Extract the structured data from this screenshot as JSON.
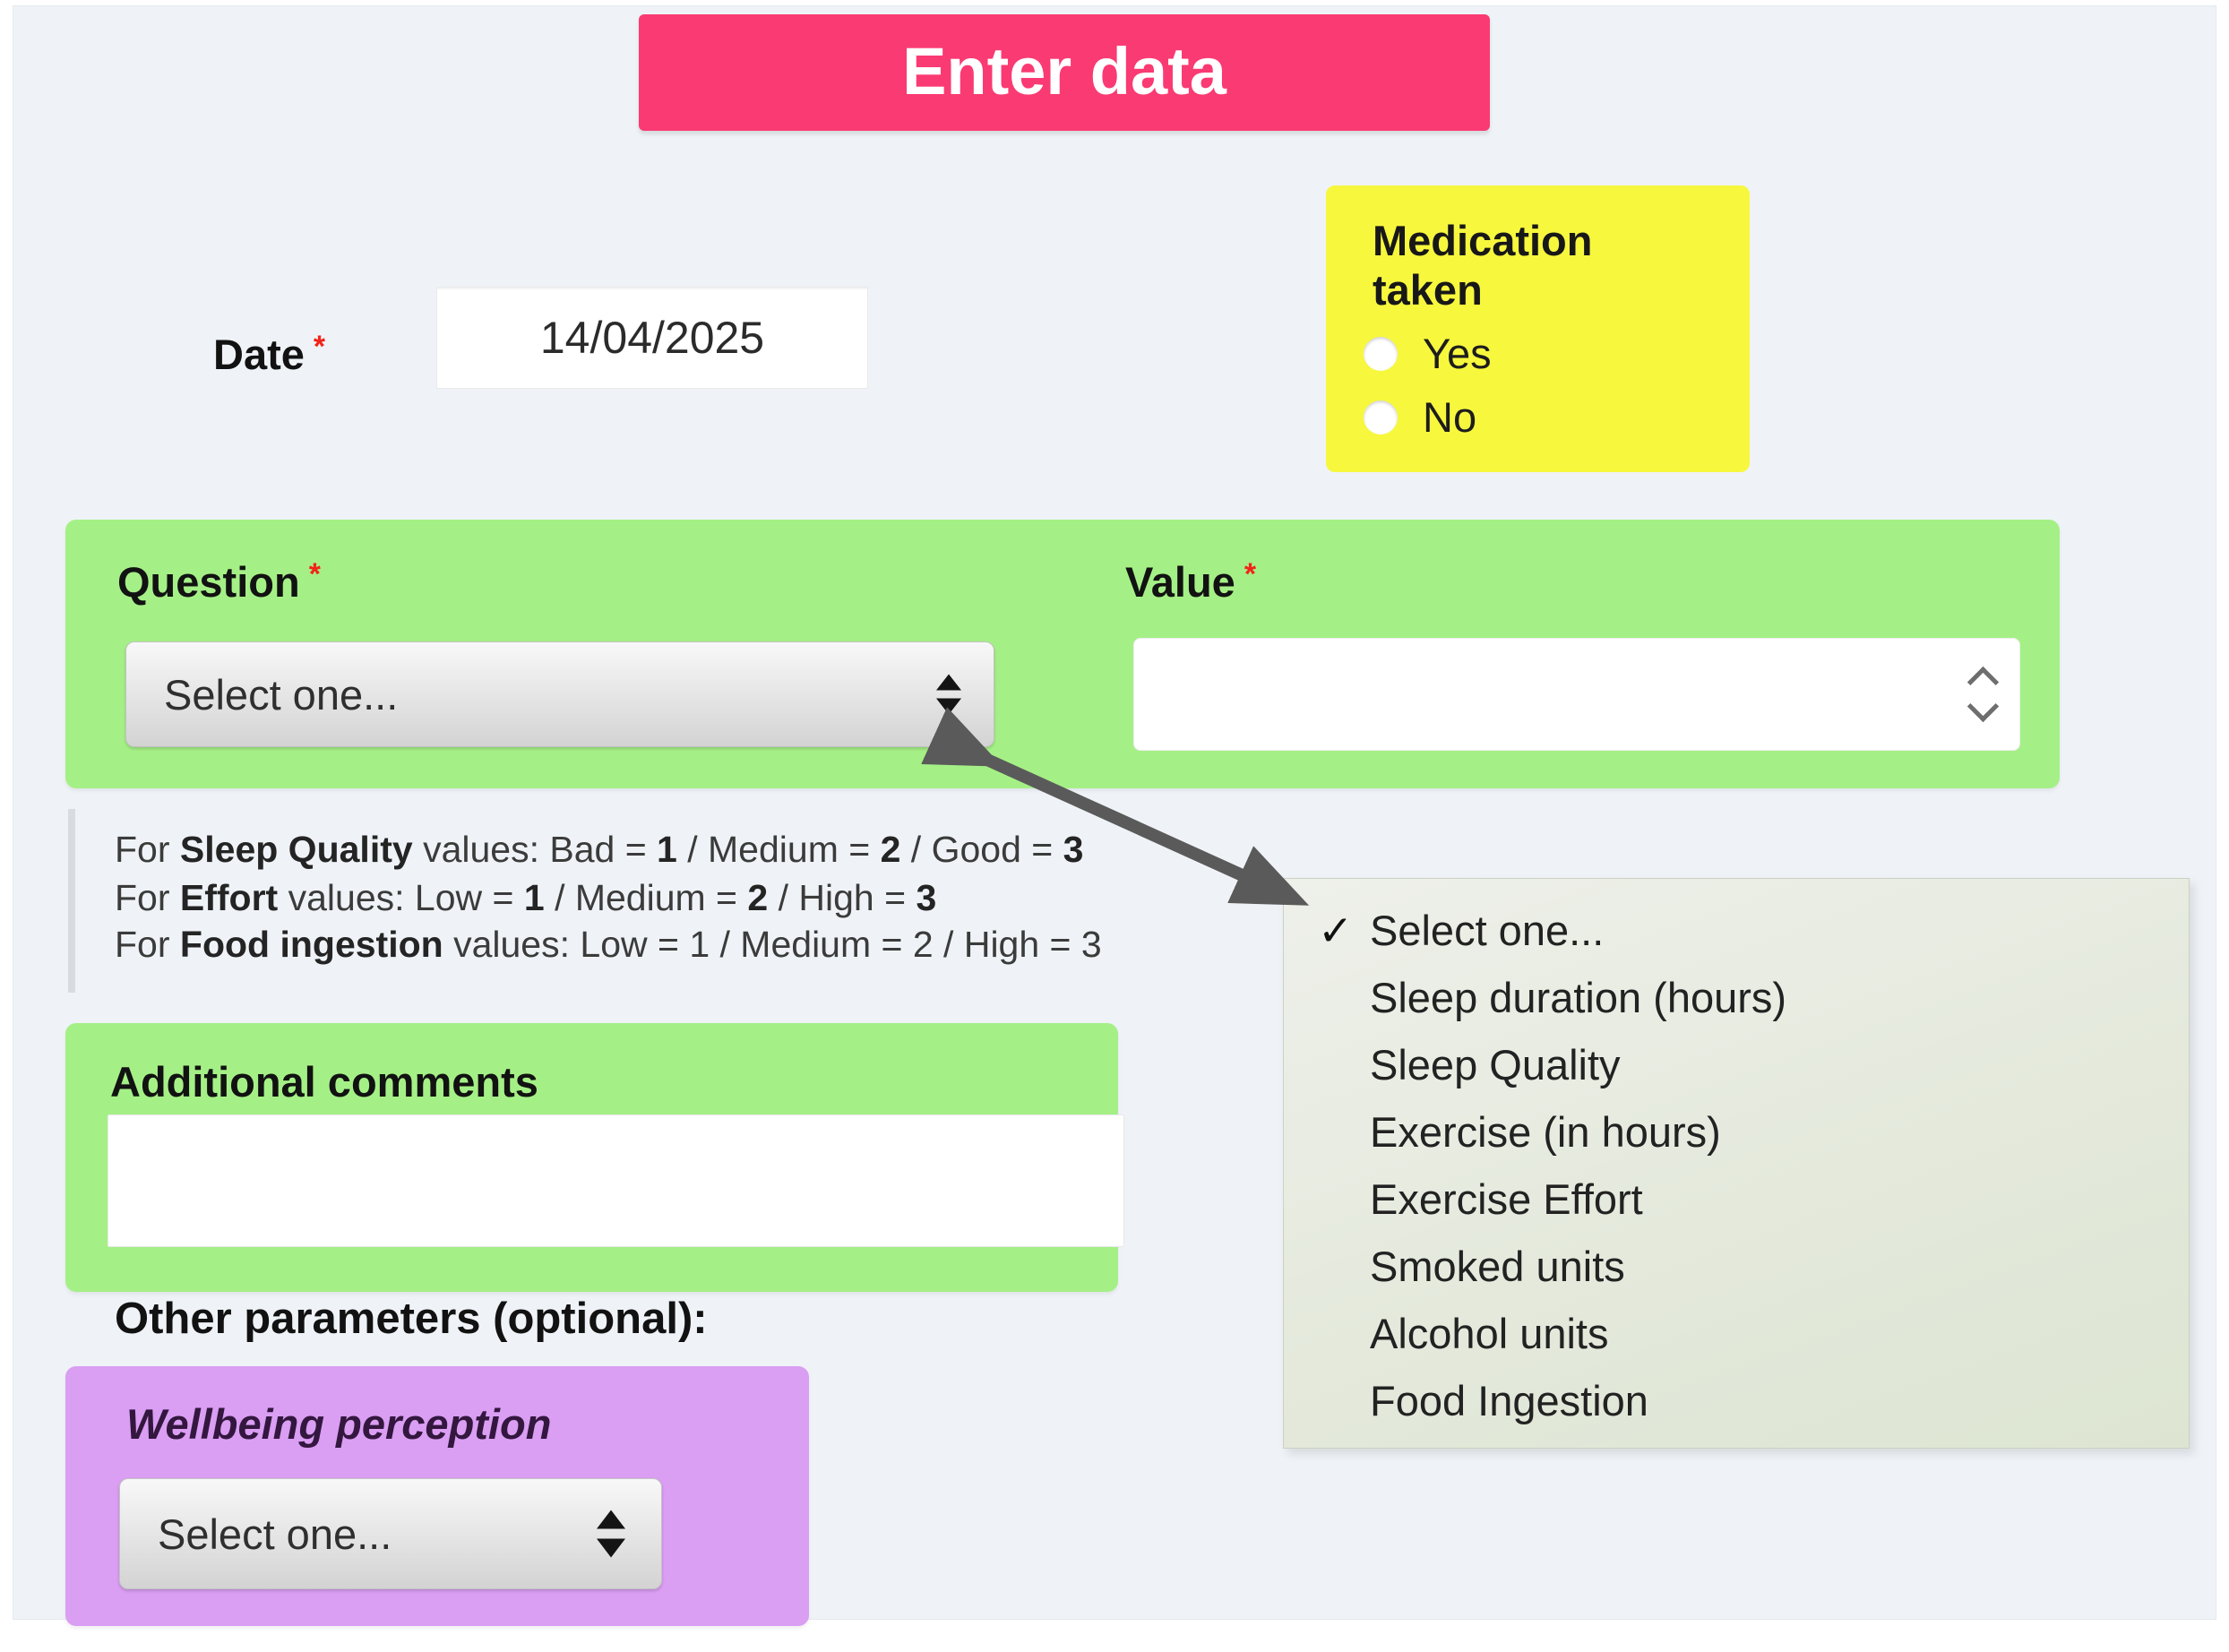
{
  "title": "Enter data",
  "date": {
    "label": "Date",
    "required_mark": "*",
    "value": "14/04/2025"
  },
  "medication": {
    "label": "Medication taken",
    "options": [
      {
        "label": "Yes"
      },
      {
        "label": "No"
      }
    ]
  },
  "question": {
    "label": "Question",
    "required_mark": "*",
    "select_value": "Select one..."
  },
  "value_field": {
    "label": "Value",
    "required_mark": "*",
    "value": ""
  },
  "notes": {
    "lines": [
      [
        {
          "text": "For ",
          "bold": false
        },
        {
          "text": "Sleep Quality",
          "bold": true
        },
        {
          "text": " values: Bad = ",
          "bold": false
        },
        {
          "text": "1",
          "bold": true
        },
        {
          "text": " / Medium = ",
          "bold": false
        },
        {
          "text": "2",
          "bold": true
        },
        {
          "text": " / Good = ",
          "bold": false
        },
        {
          "text": "3",
          "bold": true
        }
      ],
      [
        {
          "text": "For ",
          "bold": false
        },
        {
          "text": "Effort",
          "bold": true
        },
        {
          "text": " values:  Low = ",
          "bold": false
        },
        {
          "text": "1",
          "bold": true
        },
        {
          "text": " / Medium = ",
          "bold": false
        },
        {
          "text": "2",
          "bold": true
        },
        {
          "text": " / High = ",
          "bold": false
        },
        {
          "text": "3",
          "bold": true
        }
      ],
      [
        {
          "text": "For ",
          "bold": false
        },
        {
          "text": "Food ingestion",
          "bold": true
        },
        {
          "text": " values: Low = 1 / Medium = 2 / High = 3",
          "bold": false
        }
      ]
    ]
  },
  "comments": {
    "label": "Additional comments",
    "value": ""
  },
  "other_parameters_label": "Other parameters (optional):",
  "wellbeing": {
    "label": "Wellbeing perception",
    "select_value": "Select one..."
  },
  "dropdown": {
    "items": [
      {
        "prefix": "✓",
        "label": "Select one..."
      },
      {
        "prefix": "",
        "label": "Sleep duration (hours)"
      },
      {
        "prefix": "",
        "label": "Sleep Quality"
      },
      {
        "prefix": "",
        "label": "Exercise (in hours)"
      },
      {
        "prefix": "",
        "label": "Exercise Effort"
      },
      {
        "prefix": "",
        "label": "Smoked units"
      },
      {
        "prefix": "",
        "label": "Alcohol units"
      },
      {
        "prefix": "",
        "label": "Food Ingestion"
      }
    ]
  },
  "icons": {
    "question_select_spinner": "up-down-triangles",
    "wellbeing_select_spinner": "up-down-triangles",
    "value_stepper": "up-down-chevrons",
    "medication_radio": "radio-circle",
    "dropdown_selected_check": "✓",
    "annotation_arrow": "double-headed-arrow"
  },
  "colors": {
    "background": "#eff3f7",
    "banner": "#fa3a72",
    "yellow_box": "#f7f73e",
    "green_box": "#a5f086",
    "purple_box": "#da9ef3",
    "dropdown_bg": "#e4e9dc",
    "required_asterisk": "#f3231a",
    "arrow": "#5a5a5a"
  }
}
